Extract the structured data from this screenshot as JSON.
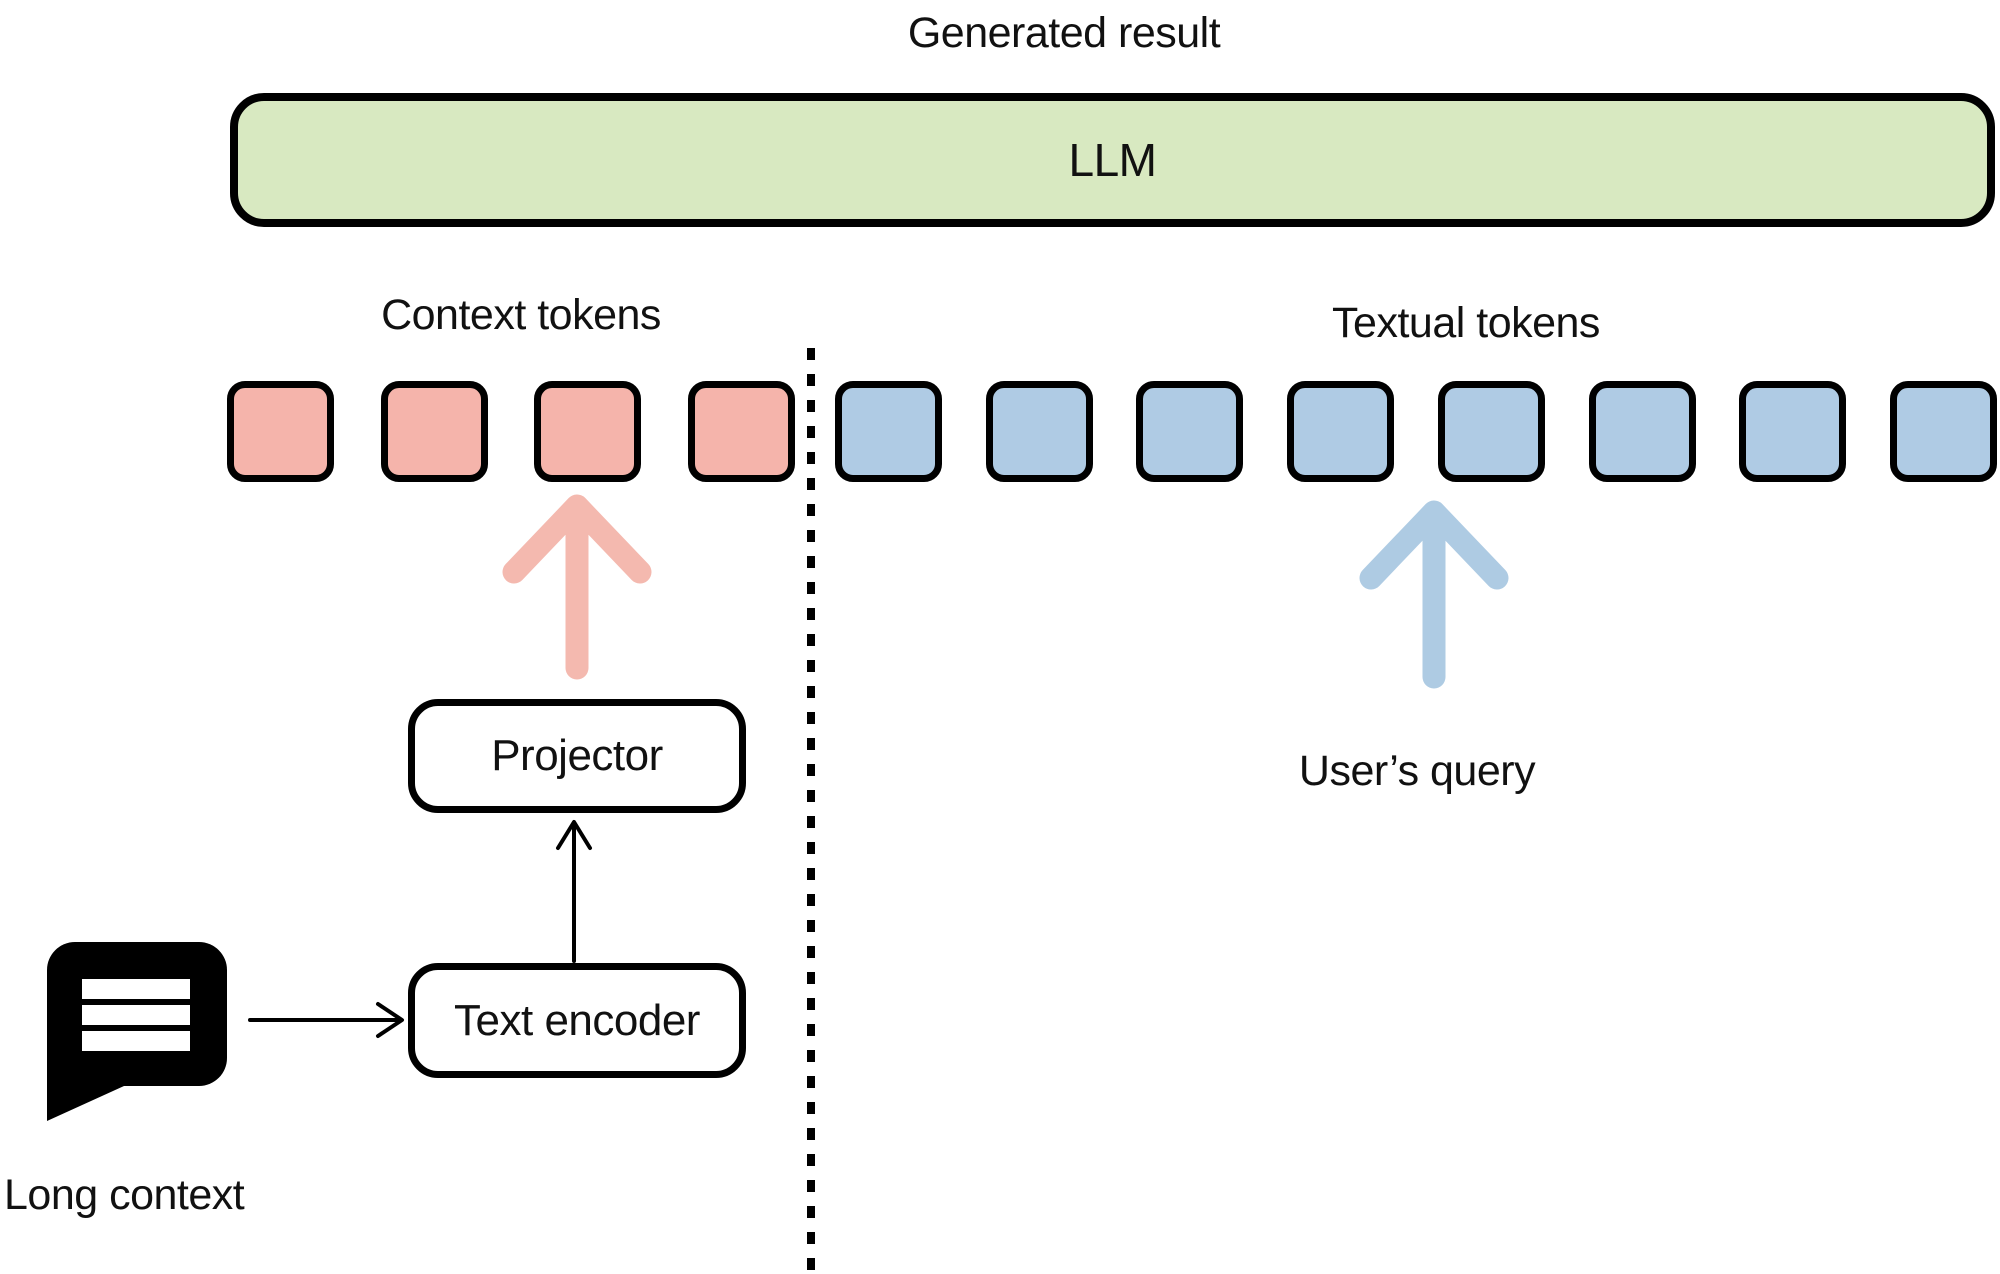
{
  "title": "Generated result",
  "llm": {
    "label": "LLM",
    "fill": "#d8e9c1"
  },
  "groups": {
    "context": {
      "label": "Context tokens",
      "count": 4,
      "fill": "#f5b4ab"
    },
    "textual": {
      "label": "Textual tokens",
      "count": 8,
      "fill": "#afcbe4"
    }
  },
  "boxes": {
    "projector": {
      "label": "Projector"
    },
    "encoder": {
      "label": "Text encoder"
    }
  },
  "labels": {
    "user_query": "User’s query",
    "long_context": "Long context"
  },
  "colors": {
    "outline": "#000000",
    "pink_arrow": "#f4b9af",
    "blue_arrow": "#aecbe3",
    "divider": "#000000",
    "icon": "#000000"
  }
}
